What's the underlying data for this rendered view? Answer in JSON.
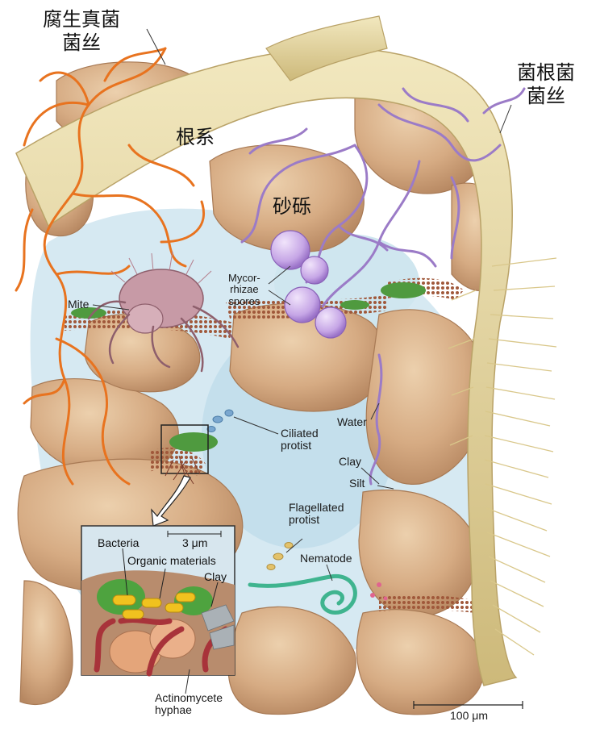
{
  "labels": {
    "saprotrophic_hyphae": [
      "腐生真菌",
      "菌丝"
    ],
    "mycorrhizal_hyphae": [
      "菌根菌",
      "菌丝"
    ],
    "root": "根系",
    "gravel": "砂砾",
    "mycorrhizae_spores": [
      "Mycor-",
      "rhizae",
      "spores"
    ],
    "mite": "Mite",
    "ciliated_protist": [
      "Ciliated",
      "protist"
    ],
    "water": "Water",
    "clay": "Clay",
    "silt": "Silt",
    "flagellated_protist": [
      "Flagellated",
      "protist"
    ],
    "nematode": "Nematode",
    "actinomycete_hyphae": [
      "Actinomycete",
      "hyphae"
    ]
  },
  "inset": {
    "scale": "3 μm",
    "bacteria": "Bacteria",
    "organic_materials": "Organic materials",
    "clay": "Clay"
  },
  "scale_bar": "100 μm",
  "colors": {
    "soil_particle": "#d9b48f",
    "soil_shadow": "#b98b64",
    "root": "#e7d9a4",
    "saprotrophic_hyphae": "#e8731f",
    "mycorrhizal_hyphae": "#9a78c4",
    "water": "#cfe4ef",
    "bacteria": "#f0c21f",
    "actinomycete": "#a83236",
    "nematode": "#39b08a",
    "moss": "#3f8f3a"
  }
}
